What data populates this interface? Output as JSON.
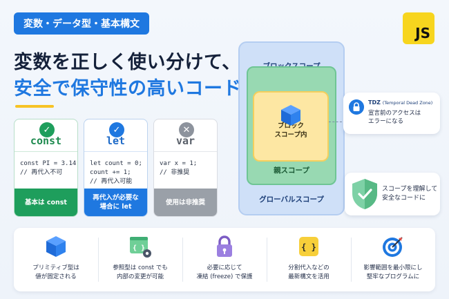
{
  "tag": "変数・データ型・基本構文",
  "js_logo": "JS",
  "headline": {
    "line1": "変数を正しく使い分けて、",
    "line2": "安全で保守性の高いコードへ"
  },
  "cards": {
    "const": {
      "badge": "✓",
      "title": "const",
      "code": "const PI = 3.14;\n// 再代入不可",
      "footer": "基本は const"
    },
    "let": {
      "badge": "✓",
      "title": "let",
      "code": "let count = 0;\ncount += 1;\n// 再代入可能",
      "footer": "再代入が必要な\n場合に let"
    },
    "var": {
      "badge": "✕",
      "title": "var",
      "code": "var x = 1;\n// 非推奨",
      "footer": "使用は非推奨"
    }
  },
  "scopes": {
    "block_scope": "ブロックスコープ",
    "inner": "ブロック\nスコープ内",
    "parent": "親スコープ",
    "global": "グローバルスコープ"
  },
  "tdz": {
    "title": "TDZ",
    "title_sub": "(Temporal Dead Zone)",
    "desc": "宣言前のアクセスは\nエラーになる"
  },
  "safe": {
    "text": "スコープを理解して\n安全なコードに"
  },
  "features": [
    {
      "icon": "cube-icon",
      "text": "プリミティブ型は\n値が固定される"
    },
    {
      "icon": "code-gear-icon",
      "text": "参照型は const でも\n内部の変更が可能"
    },
    {
      "icon": "lock-icon",
      "text": "必要に応じて\n凍結 (freeze) で保護"
    },
    {
      "icon": "braces-icon",
      "text": "分割代入などの\n最新構文を活用"
    },
    {
      "icon": "target-icon",
      "text": "影響範囲を最小限にし\n堅牢なプログラムに"
    }
  ],
  "colors": {
    "accent_blue": "#1f78e0",
    "const_green": "#1e9e5c",
    "var_gray": "#9aa0a8",
    "js_yellow": "#f7d51e"
  }
}
